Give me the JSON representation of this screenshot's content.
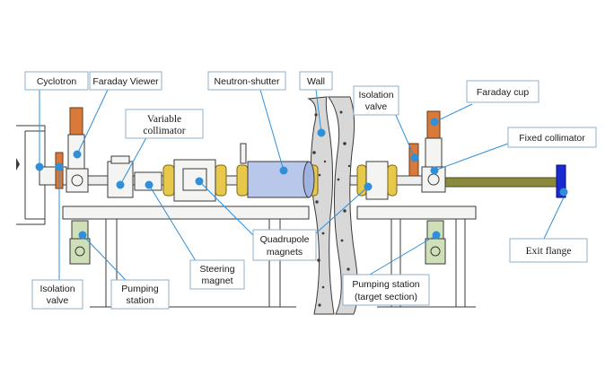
{
  "labels": {
    "cyclotron": "Cyclotron",
    "faraday_viewer": "Faraday Viewer",
    "variable_collimator_1": "Variable",
    "variable_collimator_2": "collimator",
    "neutron_shutter": "Neutron-shutter",
    "wall": "Wall",
    "isolation_valve_right_1": "Isolation",
    "isolation_valve_right_2": "valve",
    "faraday_cup": "Faraday cup",
    "fixed_collimator": "Fixed collimator",
    "quadrupole_1": "Quadrupole",
    "quadrupole_2": "magnets",
    "exit_flange": "Exit flange",
    "isolation_valve_left_1": "Isolation",
    "isolation_valve_left_2": "valve",
    "pumping_station_1": "Pumping",
    "pumping_station_2": "station",
    "steering_magnet_1": "Steering",
    "steering_magnet_2": "magnet",
    "pumping_station_target_1": "Pumping station",
    "pumping_station_target_2": "(target section)"
  },
  "colors": {
    "leader": "#2f8fd8",
    "box_border": "#8fb0c8",
    "valve_orange": "#d9793a",
    "magnet_yellow": "#e8c84a",
    "shutter_blue": "#b9c8ea",
    "beamline_olive": "#8a8a3a",
    "exit_flange_blue": "#1a2ad0",
    "pump_green": "#cfe0b8",
    "wall_gray": "#d8d8d8"
  },
  "icons": {
    "label_pointer": "dot-icon"
  }
}
